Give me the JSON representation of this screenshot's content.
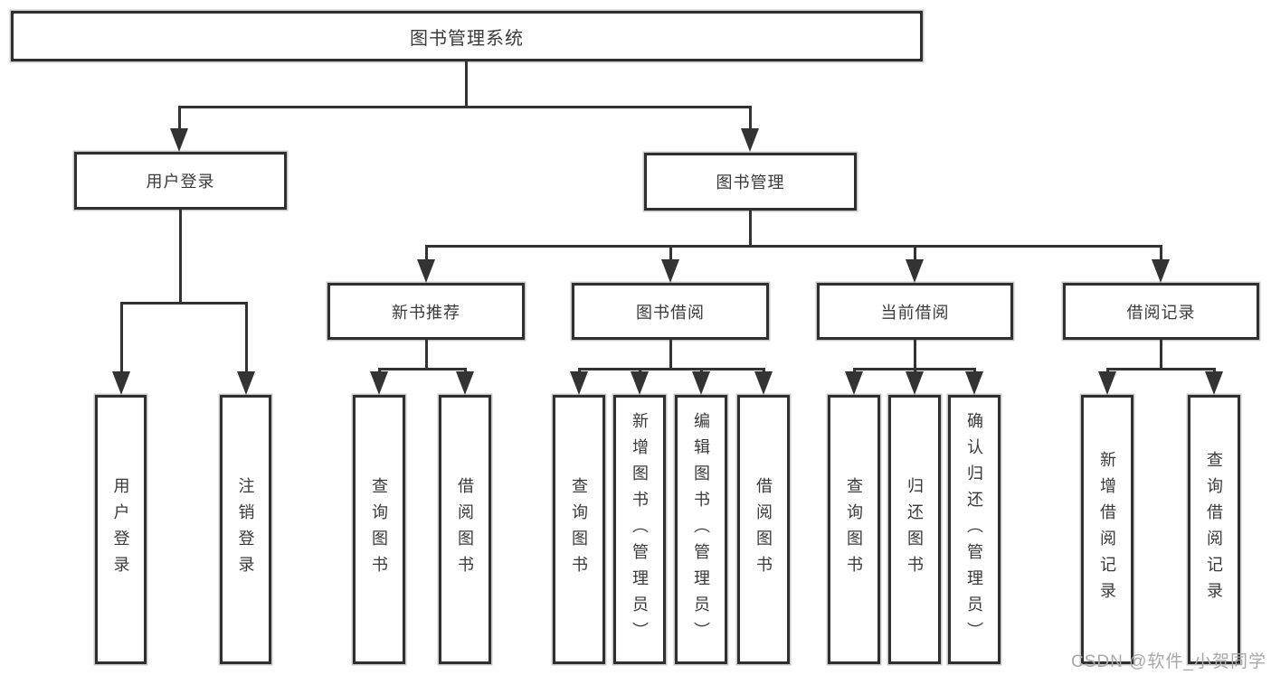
{
  "diagram": {
    "root": {
      "label": "图书管理系统"
    },
    "branches": [
      {
        "label": "用户登录",
        "children": [
          {
            "label": "用户登录"
          },
          {
            "label": "注销登录"
          }
        ]
      },
      {
        "label": "图书管理",
        "children": [
          {
            "label": "新书推荐",
            "children": [
              {
                "label": "查询图书"
              },
              {
                "label": "借阅图书"
              }
            ]
          },
          {
            "label": "图书借阅",
            "children": [
              {
                "label": "查询图书"
              },
              {
                "label": "新增图书（管理员）"
              },
              {
                "label": "编辑图书（管理员）"
              },
              {
                "label": "借阅图书"
              }
            ]
          },
          {
            "label": "当前借阅",
            "children": [
              {
                "label": "查询图书"
              },
              {
                "label": "归还图书"
              },
              {
                "label": "确认归还（管理员）"
              }
            ]
          },
          {
            "label": "借阅记录",
            "children": [
              {
                "label": "新增借阅记录"
              },
              {
                "label": "查询借阅记录"
              }
            ]
          }
        ]
      }
    ]
  },
  "watermark": {
    "text": "CSDN @软件_小贺同学"
  },
  "colors": {
    "line": "#333333",
    "box_border": "#2f2f2f",
    "text": "#3a3a3a",
    "watermark": "#a8a8a8",
    "background": "#ffffff"
  }
}
